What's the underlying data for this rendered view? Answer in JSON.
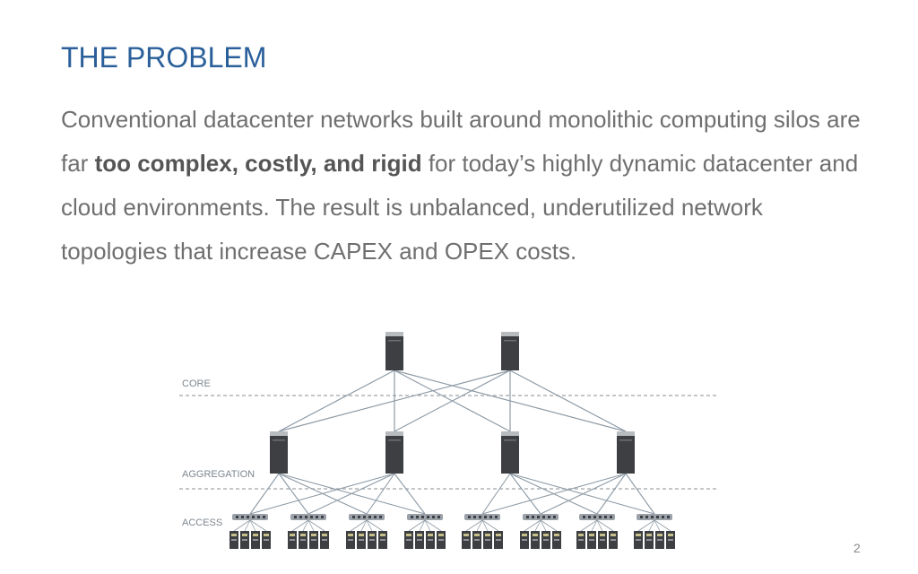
{
  "slide": {
    "title": "THE PROBLEM",
    "body": {
      "part1": "Conventional datacenter networks built around monolithic computing silos are far ",
      "emphasis": "too complex, costly, and rigid",
      "part2": " for today’s highly dynamic datacenter and cloud environments. The result is unbalanced, underutilized network topologies that increase CAPEX and OPEX costs."
    },
    "page_number": "2"
  },
  "diagram": {
    "layers": [
      {
        "id": "core",
        "label": "CORE"
      },
      {
        "id": "aggregation",
        "label": "AGGREGATION"
      },
      {
        "id": "access",
        "label": "ACCESS"
      }
    ],
    "core_count": 2,
    "aggregation_count": 4,
    "access_count": 8,
    "servers_per_access": 4,
    "colors": {
      "device": "#3d3f42",
      "device_top": "#b9bcbf",
      "link": "#8e9ba6",
      "divider": "#a0a4a8",
      "layer_label": "#7d8790"
    }
  }
}
